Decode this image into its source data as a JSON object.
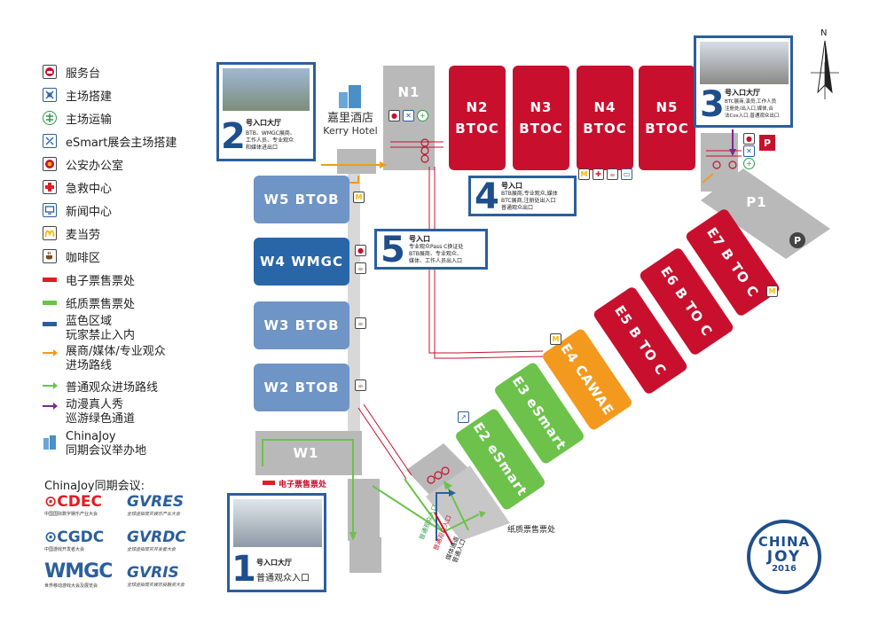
{
  "legend": {
    "items": [
      {
        "label": "服务台",
        "icon": "service-desk-icon",
        "color": "#c8102e"
      },
      {
        "label": "主场搭建",
        "icon": "construction-icon",
        "color": "#2b5f9c"
      },
      {
        "label": "主场运输",
        "icon": "transport-icon",
        "color": "#2e9a4a"
      },
      {
        "label": "eSmart展会主场搭建",
        "icon": "esmart-construction-icon",
        "color": "#2b5f9c"
      },
      {
        "label": "公安办公室",
        "icon": "police-icon",
        "color": "#c8102e"
      },
      {
        "label": "急救中心",
        "icon": "first-aid-icon",
        "color": "#e31b23"
      },
      {
        "label": "新闻中心",
        "icon": "press-center-icon",
        "color": "#2b5f9c"
      },
      {
        "label": "麦当劳",
        "icon": "mcdonalds-icon",
        "color": "#f6b800"
      },
      {
        "label": "咖啡区",
        "icon": "coffee-icon",
        "color": "#7a4a1e"
      },
      {
        "label": "电子票售票处",
        "bar": "#e31b23"
      },
      {
        "label": "纸质票售票处",
        "bar": "#6cc24a"
      },
      {
        "label": "蓝色区域\n玩家禁止入内",
        "bar": "#2b5f9c"
      },
      {
        "label": "展商/媒体/专业观众\n进场路线",
        "arrow": "#f39a1e"
      },
      {
        "label": "普通观众进场路线",
        "arrow": "#6cc24a"
      },
      {
        "label": "动漫真人秀\n巡游绿色通道",
        "arrow": "#7a2b8c"
      },
      {
        "label": "ChinaJoy\n同期会议举办地",
        "icon": "venue-building-icon",
        "color": "#4a90c8"
      }
    ]
  },
  "events": {
    "title": "ChinaJoy同期会议:",
    "logos": [
      {
        "name": "CDEC",
        "sub": "中国国际数字娱乐产业大会",
        "color": "#e31b23"
      },
      {
        "name": "GVRES",
        "sub": "全球虚拟现实娱乐产业大会",
        "color": "#2b5f9c"
      },
      {
        "name": "CGDC",
        "sub": "中国游戏开发者大会",
        "color": "#2b5f9c"
      },
      {
        "name": "GVRDC",
        "sub": "全球虚拟现实开发者大会",
        "color": "#2b5f9c"
      },
      {
        "name": "WMGC",
        "sub": "世界移动游戏大会及展览会",
        "color": "#2b5f9c"
      },
      {
        "name": "GVRIS",
        "sub": "全球虚拟现实娱乐投融资大会",
        "color": "#2b5f9c"
      }
    ]
  },
  "halls": {
    "n1": "N1",
    "n2": "N2",
    "n3": "N3",
    "n4": "N4",
    "n5": "N5",
    "btoc": "BTOC",
    "w5": "W5 BTOB",
    "w4": "W4 WMGC",
    "w3": "W3 BTOB",
    "w2": "W2 BTOB",
    "w1": "W1",
    "e1": "E2 eSmart",
    "e3": "E3 eSmart",
    "e4": "E4 CAWAE",
    "e5": "E5 B TO C",
    "e6": "E6 B TO C",
    "e7": "E7 B TO C",
    "p1": "P1"
  },
  "hotel": {
    "cn": "嘉里酒店",
    "en": "Kerry Hotel"
  },
  "entrances": {
    "e1": {
      "num": "1",
      "title": "号入口大厅",
      "desc": "普通观众入口"
    },
    "e2": {
      "num": "2",
      "title": "号入口大厅",
      "desc": "BTB、WMGC展商、\n工作人员、专业观众\n和媒体进出口"
    },
    "e3": {
      "num": "3",
      "title": "号入口大厅",
      "desc": "BTC展商,演员,工作人员\n注册处/出入口,媒体,合\n法Cos入口,普通观众出口"
    },
    "e4": {
      "num": "4",
      "title": "号入口",
      "desc": "BTB展商,专业观众,媒体\nBTC展商,注册处出入口\n普通观众出口"
    },
    "e5": {
      "num": "5",
      "title": "号入口",
      "desc": "专业观众Pass C换证处\nBTB展商、专业观众、\n媒体、工作人员出入口"
    }
  },
  "labels": {
    "eticket": "电子票售票处",
    "paper": "纸质票售票处",
    "lane1": "普通观众入口",
    "lane2": "普通观众入口",
    "lane3": "媒体通道\n普通入口",
    "parking": "P",
    "compass": "N"
  },
  "brand": {
    "line1": "CHINA",
    "line2": "JOY",
    "year": "2016",
    "color": "#1f4e8c"
  },
  "colors": {
    "red": "#c8102e",
    "blue": "#6f94c6",
    "darkblue": "#2966a8",
    "green": "#6cc24a",
    "orange": "#f39a1e",
    "grey": "#b9b9b9"
  }
}
